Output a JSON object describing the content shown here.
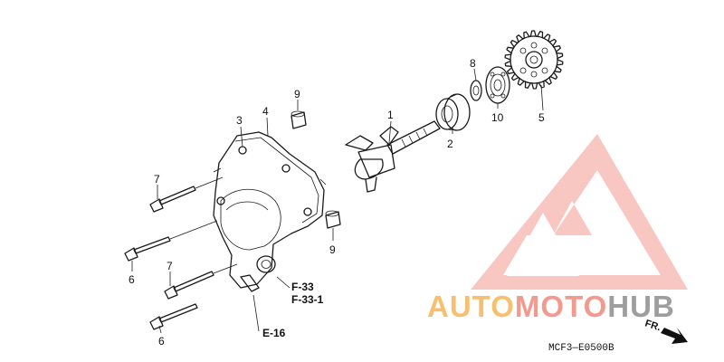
{
  "callouts": {
    "c1": "1",
    "c2": "2",
    "c3": "3",
    "c4": "4",
    "c5": "5",
    "c6a": "6",
    "c6b": "6",
    "c7a": "7",
    "c7b": "7",
    "c8": "8",
    "c9a": "9",
    "c9b": "9",
    "c10": "10"
  },
  "references": {
    "f33": "F-33",
    "f331": "F-33-1",
    "e16": "E-16"
  },
  "diagram_code": "MCF3—E0500B",
  "direction_label": "FR.",
  "watermark": {
    "part1": "AUTO",
    "part2": "MOTO",
    "part3": "HUB",
    "color_orange": "#f7c070",
    "color_red": "#f39a90",
    "color_gray": "#9e9e9e"
  }
}
